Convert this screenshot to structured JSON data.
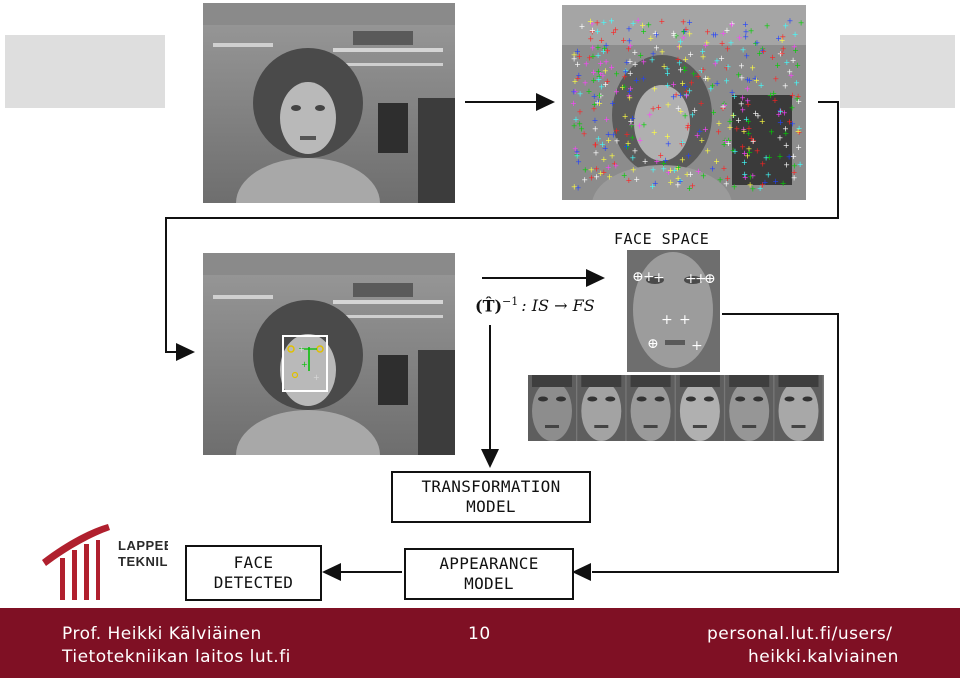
{
  "diagram": {
    "face_space_label": "FACE SPACE",
    "transform_formula": {
      "lhs": "(T̂)",
      "exponent": "−1",
      "rhs": ": IS → FS"
    },
    "transformation_box": {
      "line1": "TRANSFORMATION",
      "line2": "MODEL"
    },
    "appearance_box": {
      "line1": "APPEARANCE",
      "line2": "MODEL"
    },
    "face_detected_box": {
      "line1": "FACE",
      "line2": "DETECTED"
    }
  },
  "logo": {
    "line1": "LAPPEENRANTA",
    "line2": "TEKNILLINEN"
  },
  "footer": {
    "author": "Prof. Heikki Kälviäinen",
    "department": "Tietotekniikan laitos lut.fi",
    "page_number": "10",
    "url_line1": "personal.lut.fi/users/",
    "url_line2": "heikki.kalviainen"
  },
  "colors": {
    "footer_bg": "#7f1024",
    "logo_red": "#b0202e",
    "box_border": "#111111"
  }
}
